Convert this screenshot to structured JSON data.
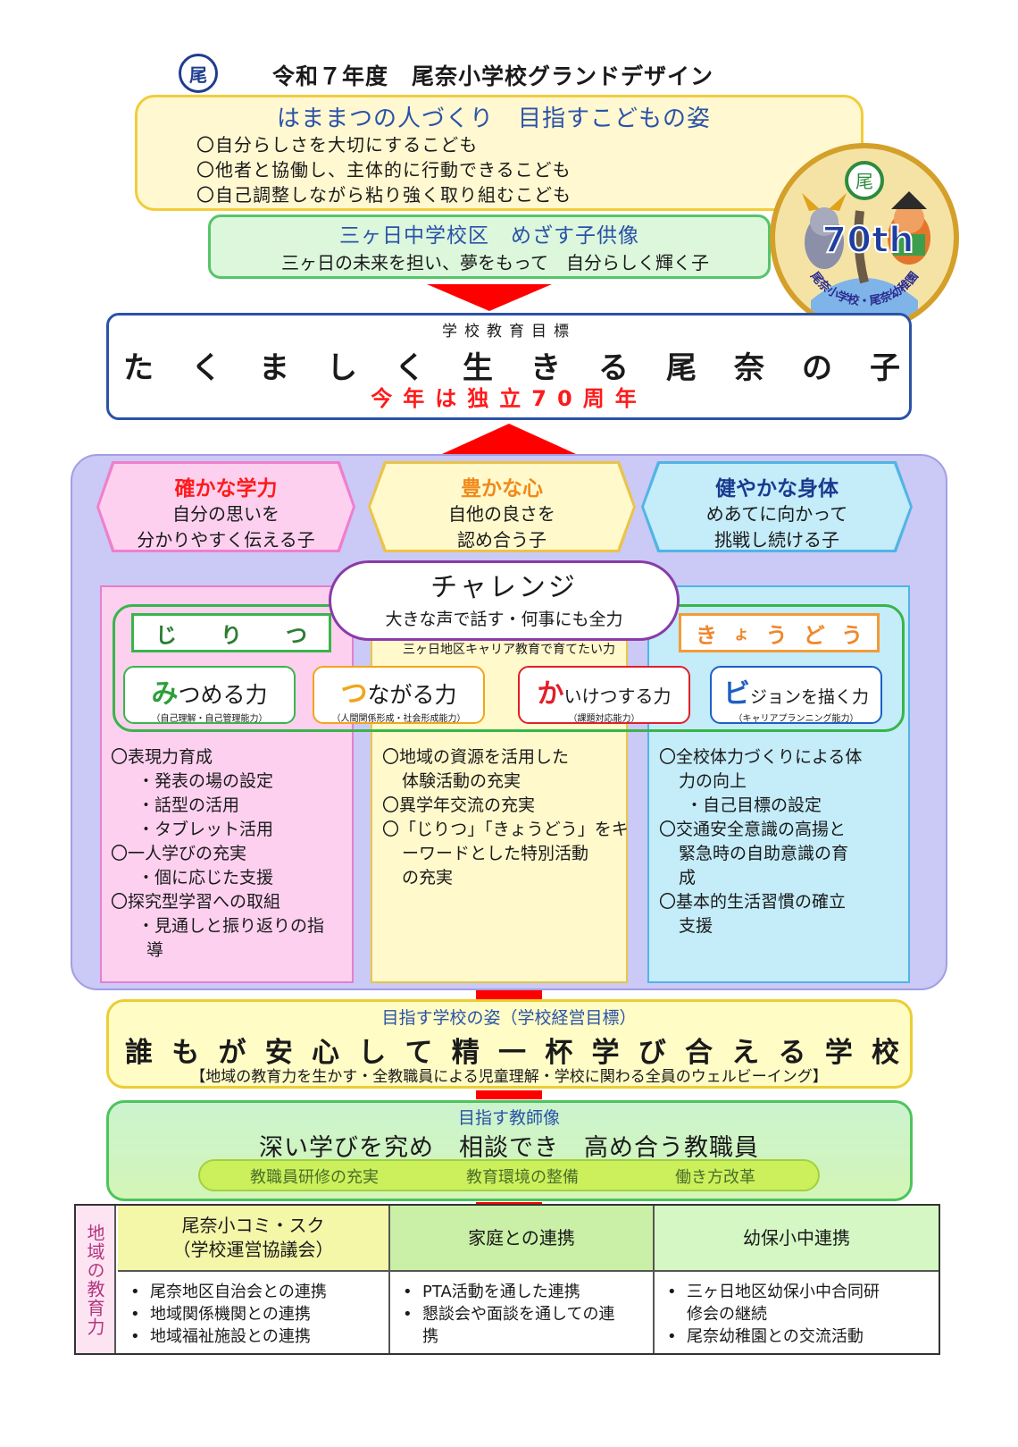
{
  "header": {
    "logo_text": "尾",
    "title": "令和７年度　尾奈小学校グランドデザイン"
  },
  "hamamatsu": {
    "title": "はままつの人づくり　目指すこどもの姿",
    "items": [
      "〇自分らしさを大切にするこども",
      "〇他者と協働し、主体的に行動できるこども",
      "〇自己調整しながら粘り強く取り組むこども"
    ]
  },
  "mikkabi": {
    "title": "三ヶ日中学校区　めざす子供像",
    "text": "三ヶ日の未来を担い、夢をもって　自分らしく輝く子"
  },
  "badge": {
    "emblem": "尾",
    "anniversary": "70th",
    "caption": "尾奈小学校・尾奈幼稚園"
  },
  "school_goal": {
    "label": "学校教育目標",
    "main": [
      "た",
      "く",
      "ま",
      "し",
      "く",
      "生",
      "き",
      "る",
      "尾",
      "奈",
      "の",
      "子"
    ],
    "sub": "今年は独立70周年"
  },
  "pillars": [
    {
      "title": "確かな学力",
      "line1": "自分の思いを",
      "line2": "分かりやすく伝える子",
      "color": "#ff1a1a"
    },
    {
      "title": "豊かな心",
      "line1": "自他の良さを",
      "line2": "認め合う子",
      "color": "#f08a1a"
    },
    {
      "title": "健やかな身体",
      "line1": "めあてに向かって",
      "line2": "挑戦し続ける子",
      "color": "#1a3a8f"
    }
  ],
  "challenge": {
    "title": "チャレンジ",
    "text": "大きな声で話す・何事にも全力"
  },
  "career": {
    "label": "三ヶ日地区キャリア教育で育てたい力",
    "jiritsu": [
      "じ",
      "り",
      "つ"
    ],
    "kyoudou": [
      "き",
      "ょ",
      "う",
      "ど",
      "う"
    ],
    "powers": [
      {
        "big": "み",
        "rest": "つめる力",
        "sub": "（自己理解・自己管理能力）",
        "color": "#2e9e3a"
      },
      {
        "big": "つ",
        "rest": "ながる力",
        "sub": "（人間関係形成・社会形成能力）",
        "color": "#f2a51a"
      },
      {
        "big": "か",
        "rest": "いけつする力",
        "sub": "（課題対応能力）",
        "color": "#e0202a"
      },
      {
        "big": "ビ",
        "rest": "ジョンを描く力",
        "sub": "（キャリアプランニング能力）",
        "color": "#1e5fc4"
      }
    ]
  },
  "lists": {
    "pink": [
      "〇表現力育成",
      "・発表の場の設定",
      "・話型の活用",
      "・タブレット活用",
      "〇一人学びの充実",
      "・個に応じた支援",
      "〇探究型学習への取組",
      "・見通しと振り返りの指",
      "導"
    ],
    "yellow": [
      "〇地域の資源を活用した",
      "体験活動の充実",
      "〇異学年交流の充実",
      "〇「じりつ」「きょうどう」をキ",
      "ーワードとした特別活動",
      "の充実"
    ],
    "blue": [
      "〇全校体力づくりによる体",
      "力の向上",
      "・自己目標の設定",
      "〇交通安全意識の高揚と",
      "緊急時の自助意識の育",
      "成",
      "〇基本的生活習慣の確立",
      "支援"
    ]
  },
  "management": {
    "label": "目指す学校の姿（学校経営目標）",
    "main": [
      "誰",
      "も",
      "が",
      "安",
      "心",
      "し",
      "て",
      "精",
      "一",
      "杯",
      "学",
      "び",
      "合",
      "え",
      "る",
      "学",
      "校"
    ],
    "sub": "【地域の教育力を生かす・全教職員による児童理解・学校に関わる全員のウェルビーイング】"
  },
  "teacher": {
    "label": "目指す教師像",
    "main": "深い学びを究め　相談でき　高め合う教職員",
    "items": [
      "教職員研修の充実",
      "教育環境の整備",
      "働き方改革"
    ]
  },
  "community": {
    "side_label": "地域の教育力",
    "columns": [
      {
        "head1": "尾奈小コミ・スク",
        "head2": "（学校運営協議会）",
        "bullets": [
          [
            "尾奈地区自治会との連携"
          ],
          [
            "地域関係機関との連携"
          ],
          [
            "地域福祉施設との連携"
          ]
        ]
      },
      {
        "head1": "家庭との連携",
        "head2": "",
        "bullets": [
          [
            "PTA活動を通した連携"
          ],
          [
            "懇談会や面談を通しての連",
            "携"
          ]
        ]
      },
      {
        "head1": "幼保小中連携",
        "head2": "",
        "bullets": [
          [
            "三ヶ日地区幼保小中合同研",
            "修会の継続"
          ],
          [
            "尾奈幼稚園との交流活動"
          ]
        ]
      }
    ],
    "bullet": "•"
  }
}
